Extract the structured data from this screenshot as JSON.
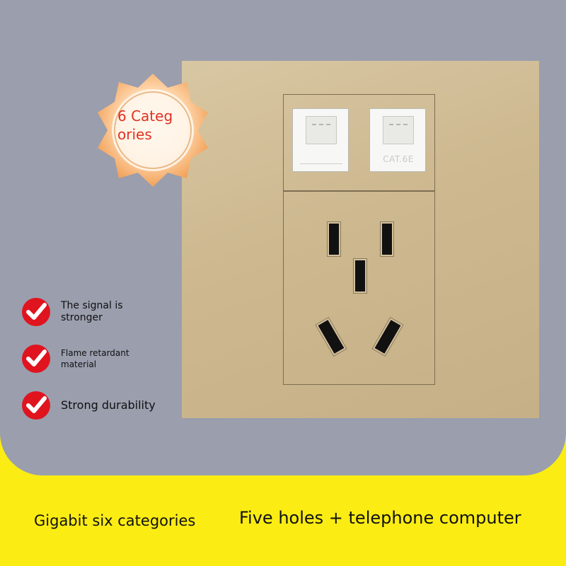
{
  "badge": {
    "text_line1": "6 Categ",
    "text_line2": "ories"
  },
  "plate": {
    "jack_right_label": "CAT.6E"
  },
  "features": [
    {
      "line1": "The signal is",
      "line2": "stronger"
    },
    {
      "line1": "Flame retardant",
      "line2": "material"
    },
    {
      "line1": "Strong durability",
      "line2": ""
    }
  ],
  "footer": {
    "left_text": "Gigabit six categories",
    "right_text": "Five holes + telephone computer"
  },
  "colors": {
    "background_grey": "#9a9ead",
    "band_yellow": "#fbec14",
    "plate_gold": "#cdb88f",
    "badge_orange": "#f3a35a",
    "check_red": "#e0141e"
  }
}
